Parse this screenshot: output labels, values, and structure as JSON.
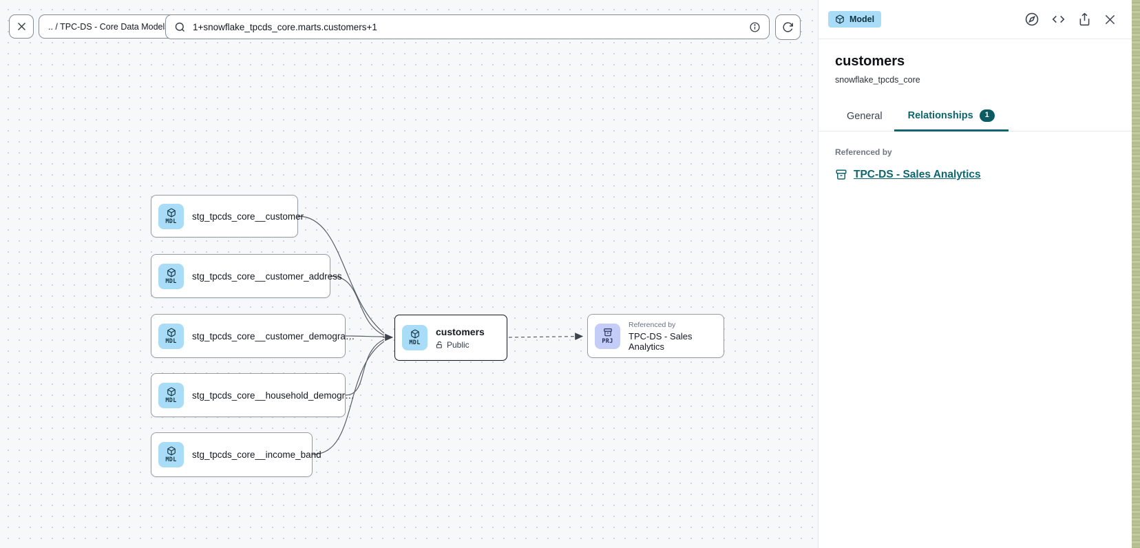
{
  "colors": {
    "accent_teal": "#0E656D",
    "model_badge_blue": "#A9DDF7",
    "project_badge_purple": "#C4CDF8",
    "canvas_bg": "#F7F8FA"
  },
  "toolbar": {
    "breadcrumb": ".. / TPC-DS - Core Data Models",
    "search_value": "1+snowflake_tpcds_core.marts.customers+1",
    "icons": [
      "close-icon",
      "search-icon",
      "info-icon",
      "refresh-icon"
    ]
  },
  "graph": {
    "upstream_nodes": [
      {
        "badge": "MDL",
        "label": "stg_tpcds_core__customer"
      },
      {
        "badge": "MDL",
        "label": "stg_tpcds_core__customer_address"
      },
      {
        "badge": "MDL",
        "label": "stg_tpcds_core__customer_demogra…"
      },
      {
        "badge": "MDL",
        "label": "stg_tpcds_core__household_demogr…"
      },
      {
        "badge": "MDL",
        "label": "stg_tpcds_core__income_band"
      }
    ],
    "selected_node": {
      "badge": "MDL",
      "label": "customers",
      "access": "Public"
    },
    "project_node": {
      "badge": "PRJ",
      "sublabel": "Referenced by",
      "label": "TPC-DS - Sales Analytics"
    }
  },
  "panel": {
    "type_badge": "Model",
    "title": "customers",
    "subtitle": "snowflake_tpcds_core",
    "tabs": [
      {
        "label": "General"
      },
      {
        "label": "Relationships",
        "badge": "1"
      }
    ],
    "section_label": "Referenced by",
    "reference_link": "TPC-DS - Sales Analytics",
    "header_icons": [
      "compass-icon",
      "code-icon",
      "share-icon",
      "close-icon"
    ]
  }
}
